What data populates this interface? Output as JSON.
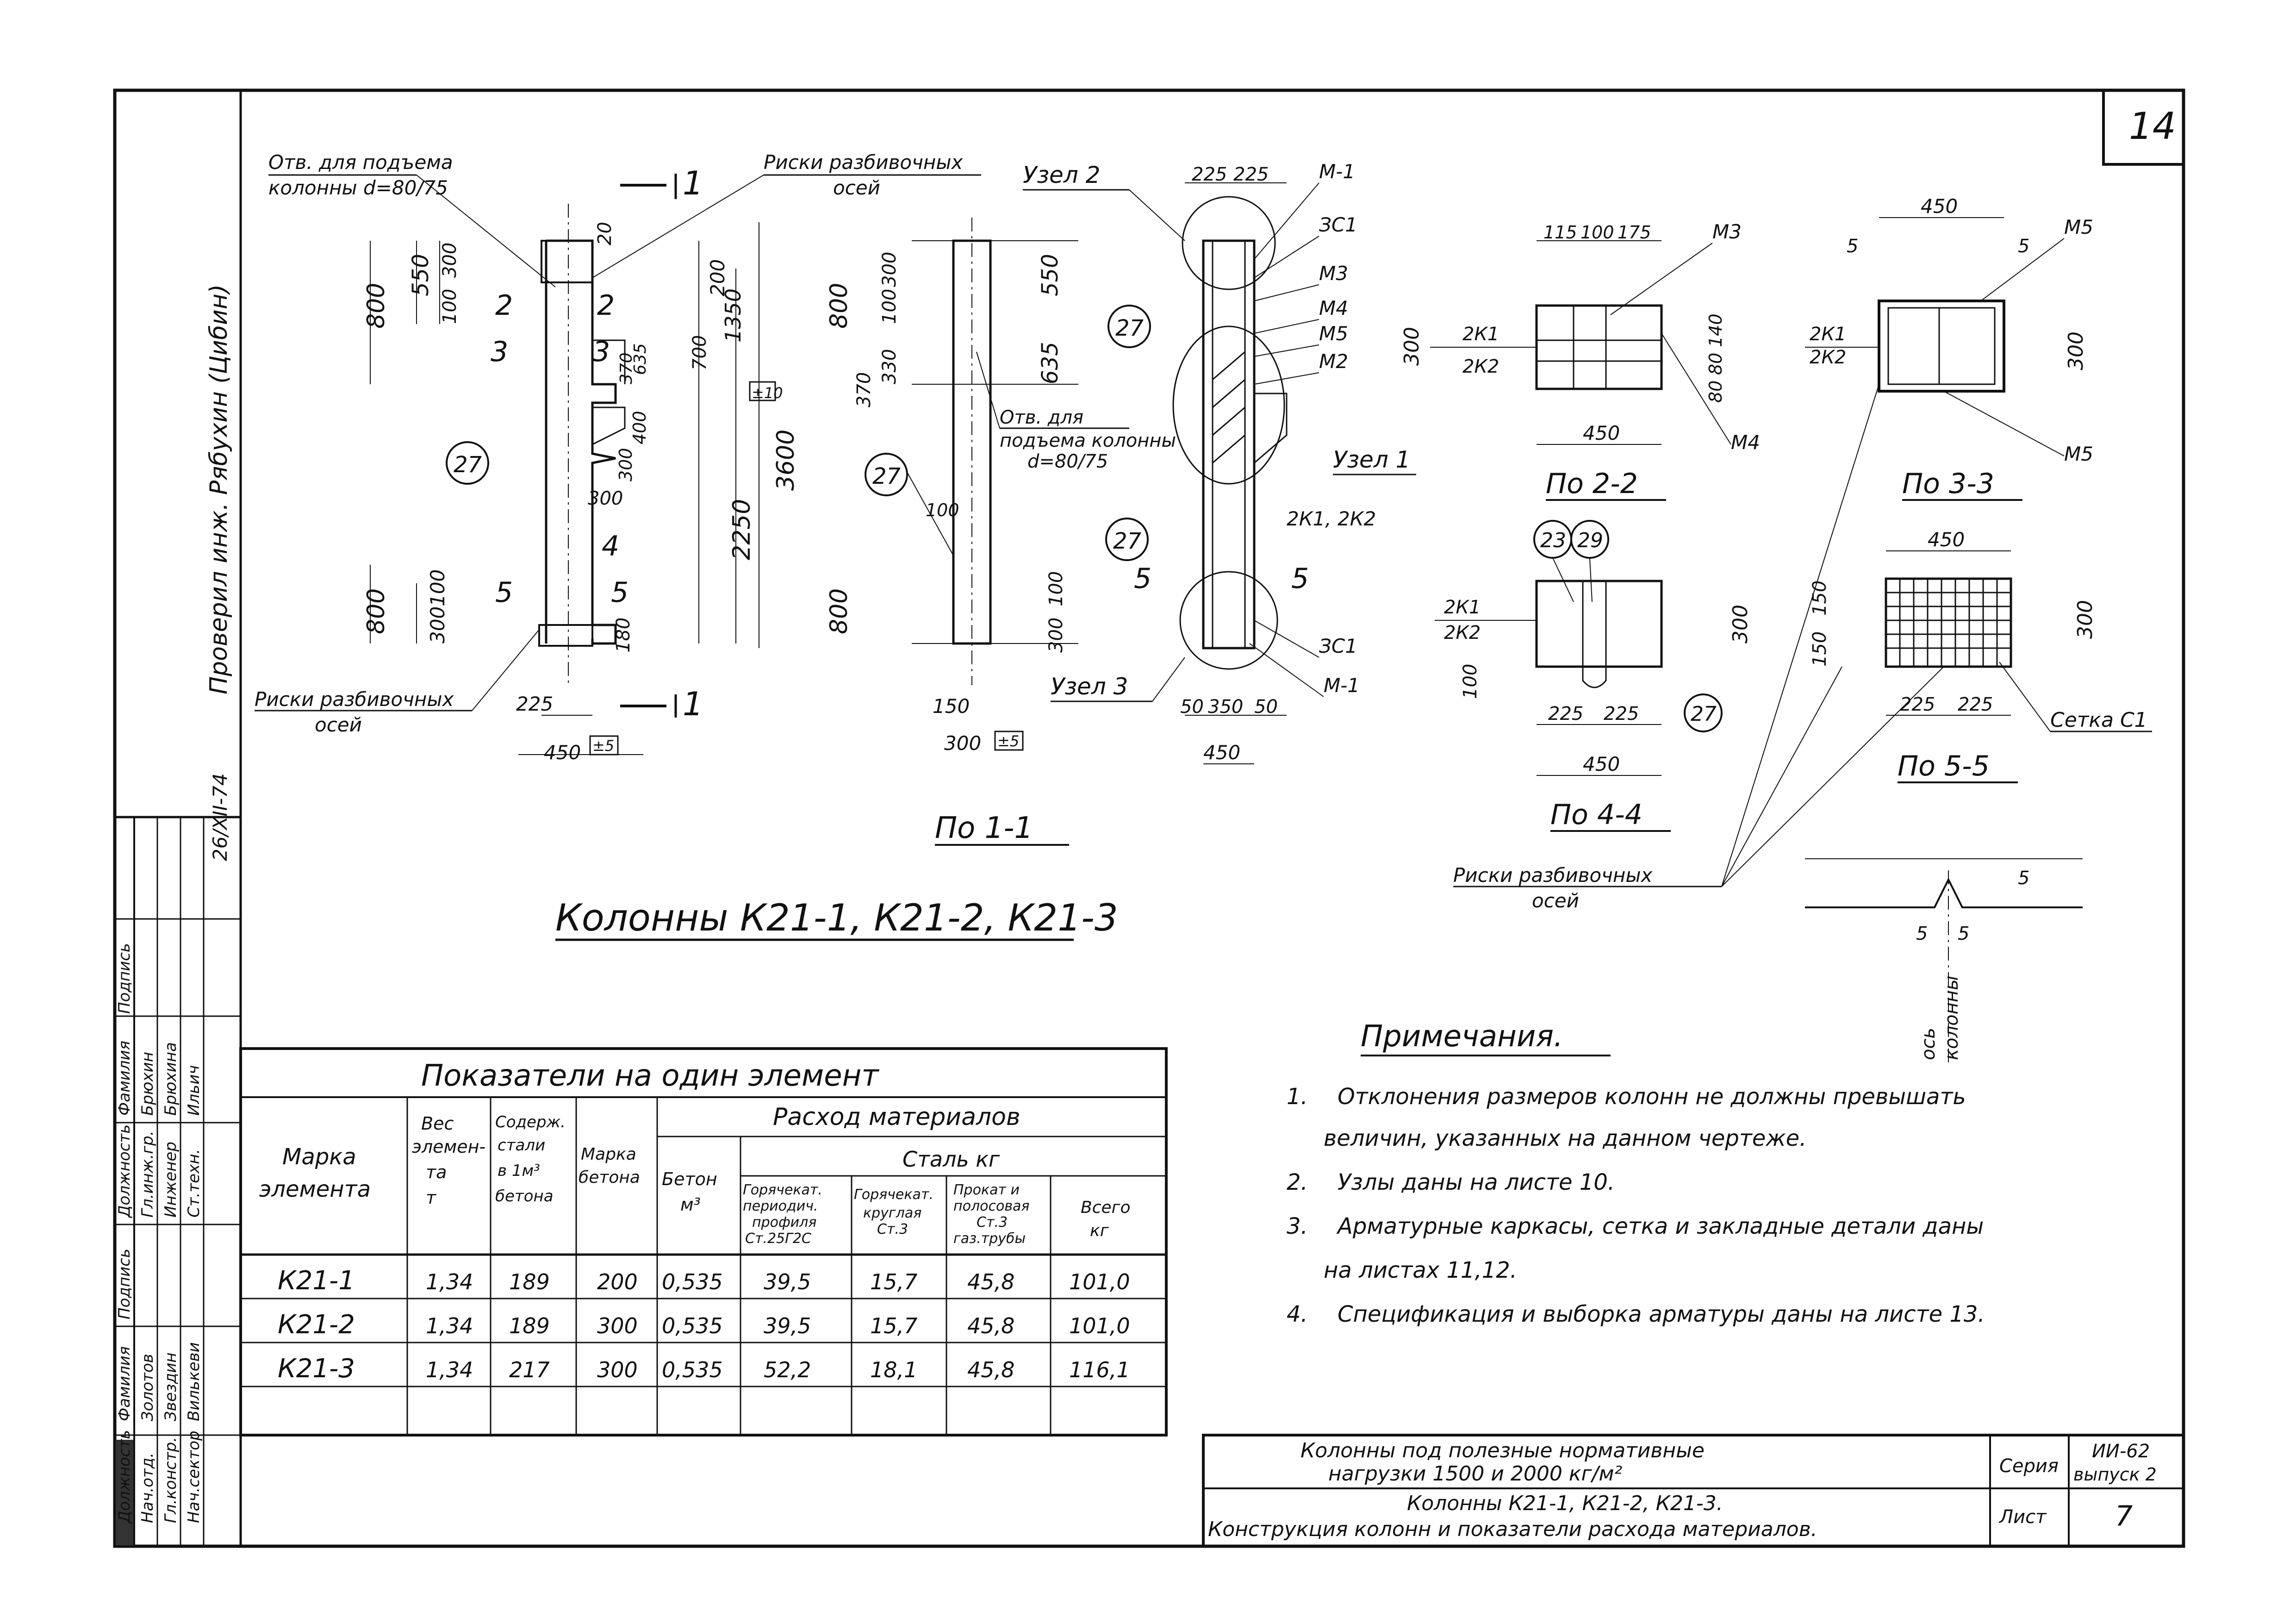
{
  "sheet": {
    "page_number": "14",
    "stamp_text": "Проверил инж. Рябухин (Цибин)",
    "stamp_date": "26/XII-74"
  },
  "elevation": {
    "label_hole_lift": [
      "Отв. для подъема",
      "колонны d=80/75"
    ],
    "label_marks_top": [
      "Риски разбивочных",
      "осей"
    ],
    "label_marks_bottom": [
      "Риски разбивочных",
      "осей"
    ],
    "section_marks": {
      "s1": "1",
      "s2": "2",
      "s3": "3",
      "s4": "4",
      "s5": "5"
    },
    "dims": {
      "d800a": "800",
      "d550": "550",
      "d100": "100",
      "d300": "300",
      "d20": "20",
      "d200": "200",
      "d1350": "1350",
      "d3600": "3600",
      "d2250": "2250",
      "d800b": "800",
      "d300b": "300",
      "d100b": "100",
      "d180": "180",
      "d370": "370",
      "d635": "635",
      "d700": "700",
      "d400": "400",
      "d300c": "300",
      "d300d": "300",
      "d225": "225",
      "d450": "450",
      "tol_pm10": "±10",
      "tol_pm5": "±5"
    },
    "callout": "27"
  },
  "side_view": {
    "label_hole": [
      "Отв. для",
      "подъема колонны",
      "d=80/75"
    ],
    "dims": {
      "d800": "800",
      "d100": "100",
      "d300": "300",
      "d370": "370",
      "d330": "330",
      "d550": "550",
      "d635": "635",
      "d100b": "100",
      "d800b": "800",
      "d300b": "300",
      "d100c": "100",
      "d150": "150",
      "d300c": "300",
      "tol_pm5": "±5"
    },
    "callout": "27"
  },
  "section_1_1": {
    "title": "По 1-1",
    "nodes": {
      "n2": "Узел 2",
      "n1": "Узел 1",
      "n3": "Узел 3"
    },
    "dims": {
      "d225a": "225",
      "d225b": "225",
      "d50a": "50",
      "d350": "350",
      "d50b": "50",
      "d450": "450"
    },
    "labels": {
      "m1a": "М-1",
      "c1": "ЗС1",
      "m3": "М3",
      "m4": "М4",
      "m5": "М5",
      "m2": "М2",
      "kk": "2К1, 2К2",
      "c2": "ЗС1",
      "m1b": "М-1"
    },
    "section_marks": {
      "s5a": "5",
      "s5b": "5"
    },
    "callouts": [
      "27",
      "27"
    ]
  },
  "section_2_2": {
    "title": "По 2-2",
    "dims": {
      "d115": "115",
      "d100": "100",
      "d175": "175",
      "d140": "140",
      "d80a": "80",
      "d80b": "80",
      "d300": "300",
      "d450": "450"
    },
    "labels": {
      "m3": "М3",
      "k1": "2К1",
      "k2": "2К2",
      "m4": "М4"
    }
  },
  "section_3_3": {
    "title": "По 3-3",
    "dims": {
      "d450": "450",
      "d5a": "5",
      "d5b": "5",
      "d300": "300"
    },
    "labels": {
      "m5a": "М5",
      "k1": "2К1",
      "k2": "2К2",
      "m5b": "М5"
    }
  },
  "section_4_4": {
    "title": "По 4-4",
    "dims": {
      "d300": "300",
      "d100": "100",
      "d225a": "225",
      "d225b": "225",
      "d450": "450"
    },
    "labels": {
      "k1": "2К1",
      "k2": "2К2"
    },
    "callouts": {
      "c23": "23",
      "c29": "29",
      "c27": "27"
    },
    "marks_label": [
      "Риски разбивочных",
      "осей"
    ]
  },
  "section_5_5": {
    "title": "По 5-5",
    "dims": {
      "d450": "450",
      "d150a": "150",
      "d150b": "150",
      "d300": "300",
      "d225a": "225",
      "d225b": "225"
    },
    "labels": {
      "mesh": "Сетка С1"
    }
  },
  "axis_detail": {
    "dims": {
      "d5a": "5",
      "d5b": "5",
      "d5c": "5"
    },
    "label": [
      "ось",
      "колонны"
    ]
  },
  "main_title": "Колонны К21-1, К21-2, К21-3",
  "table": {
    "title": "Показатели на один элемент",
    "headers": {
      "mark": [
        "Марка",
        "элемента"
      ],
      "weight": [
        "Вес",
        "элемен-",
        "та",
        "т"
      ],
      "steel_content": [
        "Содерж.",
        "стали",
        "в 1м³",
        "бетона"
      ],
      "concrete_grade": [
        "Марка",
        "бетона"
      ],
      "consumption": "Расход материалов",
      "concrete": [
        "Бетон",
        "м³"
      ],
      "steel": "Сталь кг",
      "steel_hot_periodic": [
        "Горячекат.",
        "периодич.",
        "профиля",
        "Ст.25Г2С"
      ],
      "steel_hot_round": [
        "Горячекат.",
        "круглая",
        "Ст.3"
      ],
      "steel_rolled": [
        "Прокат и",
        "полосовая",
        "Ст.3",
        "газ.трубы"
      ],
      "steel_total": [
        "Всего",
        "кг"
      ]
    },
    "rows": [
      {
        "mark": "К21-1",
        "weight": "1,34",
        "steel_content": "189",
        "grade": "200",
        "concrete": "0,535",
        "periodic": "39,5",
        "round": "15,7",
        "rolled": "45,8",
        "total": "101,0"
      },
      {
        "mark": "К21-2",
        "weight": "1,34",
        "steel_content": "189",
        "grade": "300",
        "concrete": "0,535",
        "periodic": "39,5",
        "round": "15,7",
        "rolled": "45,8",
        "total": "101,0"
      },
      {
        "mark": "К21-3",
        "weight": "1,34",
        "steel_content": "217",
        "grade": "300",
        "concrete": "0,535",
        "periodic": "52,2",
        "round": "18,1",
        "rolled": "45,8",
        "total": "116,1"
      }
    ]
  },
  "notes": {
    "title": "Примечания.",
    "items": [
      {
        "num": "1.",
        "text": "Отклонения размеров колонн не должны превышать"
      },
      {
        "num": "",
        "text": "величин, указанных на данном чертеже."
      },
      {
        "num": "2.",
        "text": "Узлы даны на листе 10."
      },
      {
        "num": "3.",
        "text": "Арматурные каркасы, сетка и закладные детали даны"
      },
      {
        "num": "",
        "text": "на листах 11,12."
      },
      {
        "num": "4.",
        "text": "Спецификация и выборка арматуры даны на листе 13."
      }
    ]
  },
  "title_block": {
    "title_line1": "Колонны под полезные нормативные",
    "title_line2": "нагрузки 1500 и 2000 кг/м²",
    "title_line3": "Колонны К21-1, К21-2, К21-3.",
    "title_line4": "Конструкция колонн и показатели расхода материалов.",
    "series_label": "Серия",
    "series_value": [
      "ИИ-62",
      "выпуск 2"
    ],
    "sheet_label": "Лист",
    "sheet_value": "7"
  },
  "side_stamp": {
    "headers": [
      "Должность",
      "Фамилия",
      "Подпись",
      "Должность",
      "Фамилия",
      "Подпись"
    ],
    "row1": [
      "Нач.отд.",
      "Золотов",
      "",
      "Гл.инж.гр.",
      "Брюхин",
      ""
    ],
    "row2": [
      "Гл.констр.",
      "Звездин",
      "",
      "Инженер",
      "Брюхина",
      ""
    ],
    "row3": [
      "Нач.сектор",
      "Вилькеви",
      "",
      "Ст.техн.",
      "Ильич",
      ""
    ]
  }
}
